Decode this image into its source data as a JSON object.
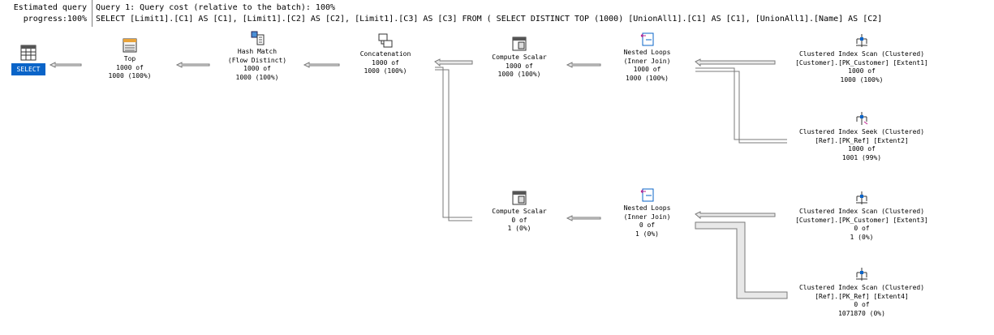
{
  "header": {
    "progress_line1": "Estimated query",
    "progress_line2": "progress:100%",
    "query_title": "Query 1: Query cost (relative to the batch): 100%",
    "query_text": "SELECT [Limit1].[C1] AS [C1], [Limit1].[C2] AS [C2], [Limit1].[C3] AS [C3] FROM ( SELECT DISTINCT TOP (1000) [UnionAll1].[C1] AS [C1], [UnionAll1].[Name] AS [C2]"
  },
  "nodes": {
    "select": {
      "label": "SELECT"
    },
    "top": {
      "op": "Top",
      "l2": "1000 of",
      "l3": "1000 (100%)"
    },
    "hash": {
      "op": "Hash Match",
      "sub": "(Flow Distinct)",
      "l2": "1000 of",
      "l3": "1000 (100%)"
    },
    "concat": {
      "op": "Concatenation",
      "l2": "1000 of",
      "l3": "1000 (100%)"
    },
    "cs1": {
      "op": "Compute Scalar",
      "l2": "1000 of",
      "l3": "1000 (100%)"
    },
    "nl1": {
      "op": "Nested Loops",
      "sub": "(Inner Join)",
      "l2": "1000 of",
      "l3": "1000 (100%)"
    },
    "cis1": {
      "op": "Clustered Index Scan (Clustered)",
      "obj": "[Customer].[PK_Customer] [Extent1]",
      "l2": "1000 of",
      "l3": "1000 (100%)"
    },
    "seek": {
      "op": "Clustered Index Seek (Clustered)",
      "obj": "[Ref].[PK_Ref] [Extent2]",
      "l2": "1000 of",
      "l3": "1001 (99%)"
    },
    "cs2": {
      "op": "Compute Scalar",
      "l2": "0 of",
      "l3": "1 (0%)"
    },
    "nl2": {
      "op": "Nested Loops",
      "sub": "(Inner Join)",
      "l2": "0 of",
      "l3": "1 (0%)"
    },
    "cis3": {
      "op": "Clustered Index Scan (Clustered)",
      "obj": "[Customer].[PK_Customer] [Extent3]",
      "l2": "0 of",
      "l3": "1 (0%)"
    },
    "cis4": {
      "op": "Clustered Index Scan (Clustered)",
      "obj": "[Ref].[PK_Ref] [Extent4]",
      "l2": "0 of",
      "l3": "1071870 (0%)"
    }
  }
}
